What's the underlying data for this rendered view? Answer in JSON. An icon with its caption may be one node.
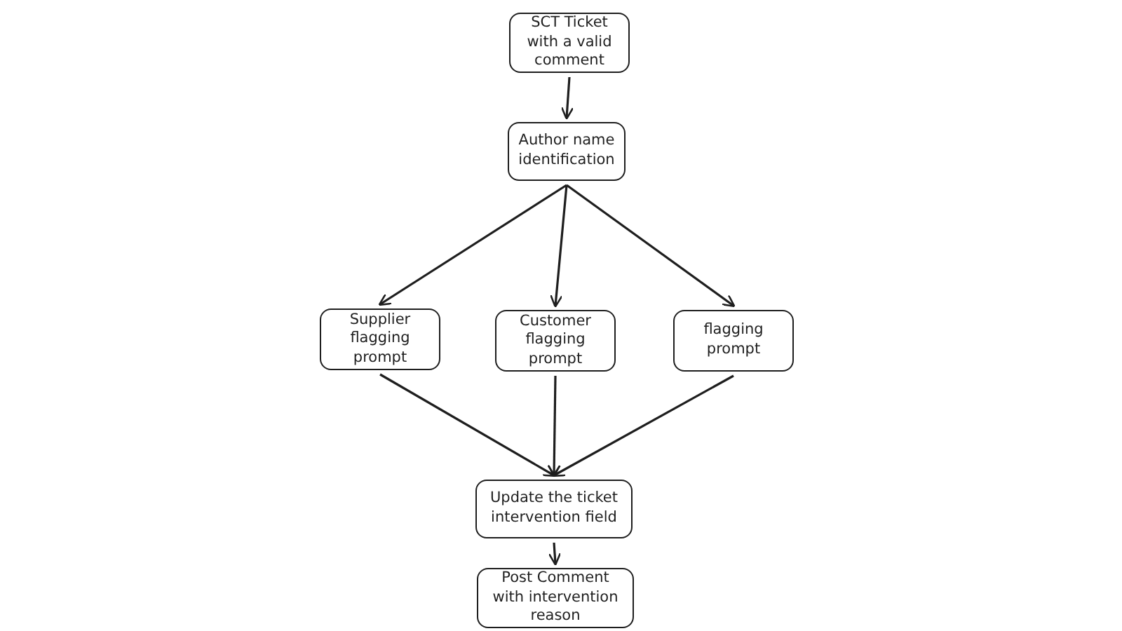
{
  "diagram": {
    "nodes": [
      {
        "text": [
          "SCT Ticket with a valid comment"
        ]
      },
      {
        "text": [
          "Author name identification"
        ]
      },
      {
        "text": [
          "Supplier flagging prompt"
        ]
      },
      {
        "text": [
          "Customer flagging prompt"
        ]
      },
      {
        "text": [
          "flagging prompt"
        ]
      },
      {
        "text": [
          "Update the ticket intervention field"
        ]
      },
      {
        "text": [
          "Post Comment with intervention reason"
        ]
      }
    ],
    "edges": [
      {
        "from": 0,
        "to": 1,
        "arrow": "to"
      },
      {
        "from": 1,
        "to": 2,
        "arrow": "to"
      },
      {
        "from": 1,
        "to": 3,
        "arrow": "to"
      },
      {
        "from": 1,
        "to": 4,
        "arrow": "to"
      },
      {
        "from": 2,
        "to": 5,
        "arrow": "to"
      },
      {
        "from": 3,
        "to": 5,
        "arrow": "to"
      },
      {
        "from": 4,
        "to": 5,
        "arrow": "to"
      },
      {
        "from": 5,
        "to": 6,
        "arrow": "to"
      }
    ]
  }
}
